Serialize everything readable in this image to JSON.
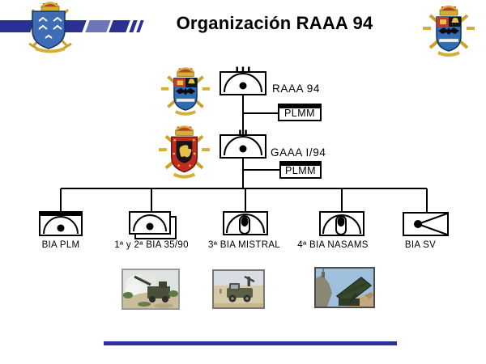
{
  "slide": {
    "title": "Organización RAAA 94"
  },
  "banner": {
    "dark_color": "#2b3191",
    "light_color": "#6d74b8"
  },
  "crests": {
    "top_left": "canarias-army-crest",
    "top_right": "raaa-94-crest",
    "raaa_node": "raaa-94-crest",
    "gaaa_node": "gaaa-i-94-crest"
  },
  "org_chart": {
    "root": {
      "label": "RAAA 94",
      "echelon_ticks": 3,
      "staff_label": "PLMM",
      "symbol": "air-defense-artillery-unit"
    },
    "group": {
      "label": "GAAA I/94",
      "echelon_ticks": 2,
      "staff_label": "PLMM",
      "symbol": "air-defense-artillery-unit"
    },
    "batteries": [
      {
        "label": "BIA PLM",
        "symbol": "ada-hq-battery"
      },
      {
        "label": "1ª y 2ª BIA 35/90",
        "symbol": "ada-gun-battery-double"
      },
      {
        "label": "3ª BIA MISTRAL",
        "symbol": "ada-sam-battery"
      },
      {
        "label": "4ª BIA NASAMS",
        "symbol": "ada-sam-battery"
      },
      {
        "label": "BIA SV",
        "symbol": "ada-service-battery"
      }
    ]
  },
  "photos": [
    {
      "name": "gun-35-90-firing-photo"
    },
    {
      "name": "mistral-team-vehicle-photo"
    },
    {
      "name": "nasams-launcher-photo"
    }
  ],
  "footer": {
    "bar_color": "#2e3192"
  }
}
